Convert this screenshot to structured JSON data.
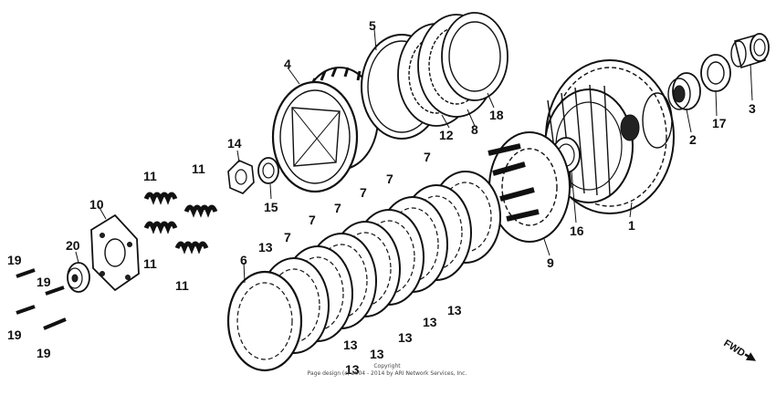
{
  "labels": {
    "l1": "1",
    "l2": "2",
    "l3": "3",
    "l4": "4",
    "l5": "5",
    "l6": "6",
    "l7": "7",
    "l8": "8",
    "l9": "9",
    "l10": "10",
    "l11": "11",
    "l12": "12",
    "l13": "13",
    "l14": "14",
    "l15": "15",
    "l16": "16",
    "l17": "17",
    "l18": "18",
    "l19": "19",
    "l20": "20"
  },
  "copyright": {
    "line1": "Copyright",
    "line2": "Page design (c) 2004 - 2014 by ARI Network Services, Inc."
  },
  "direction_label": "FWD",
  "colors": {
    "ink": "#111111",
    "background": "#ffffff"
  }
}
